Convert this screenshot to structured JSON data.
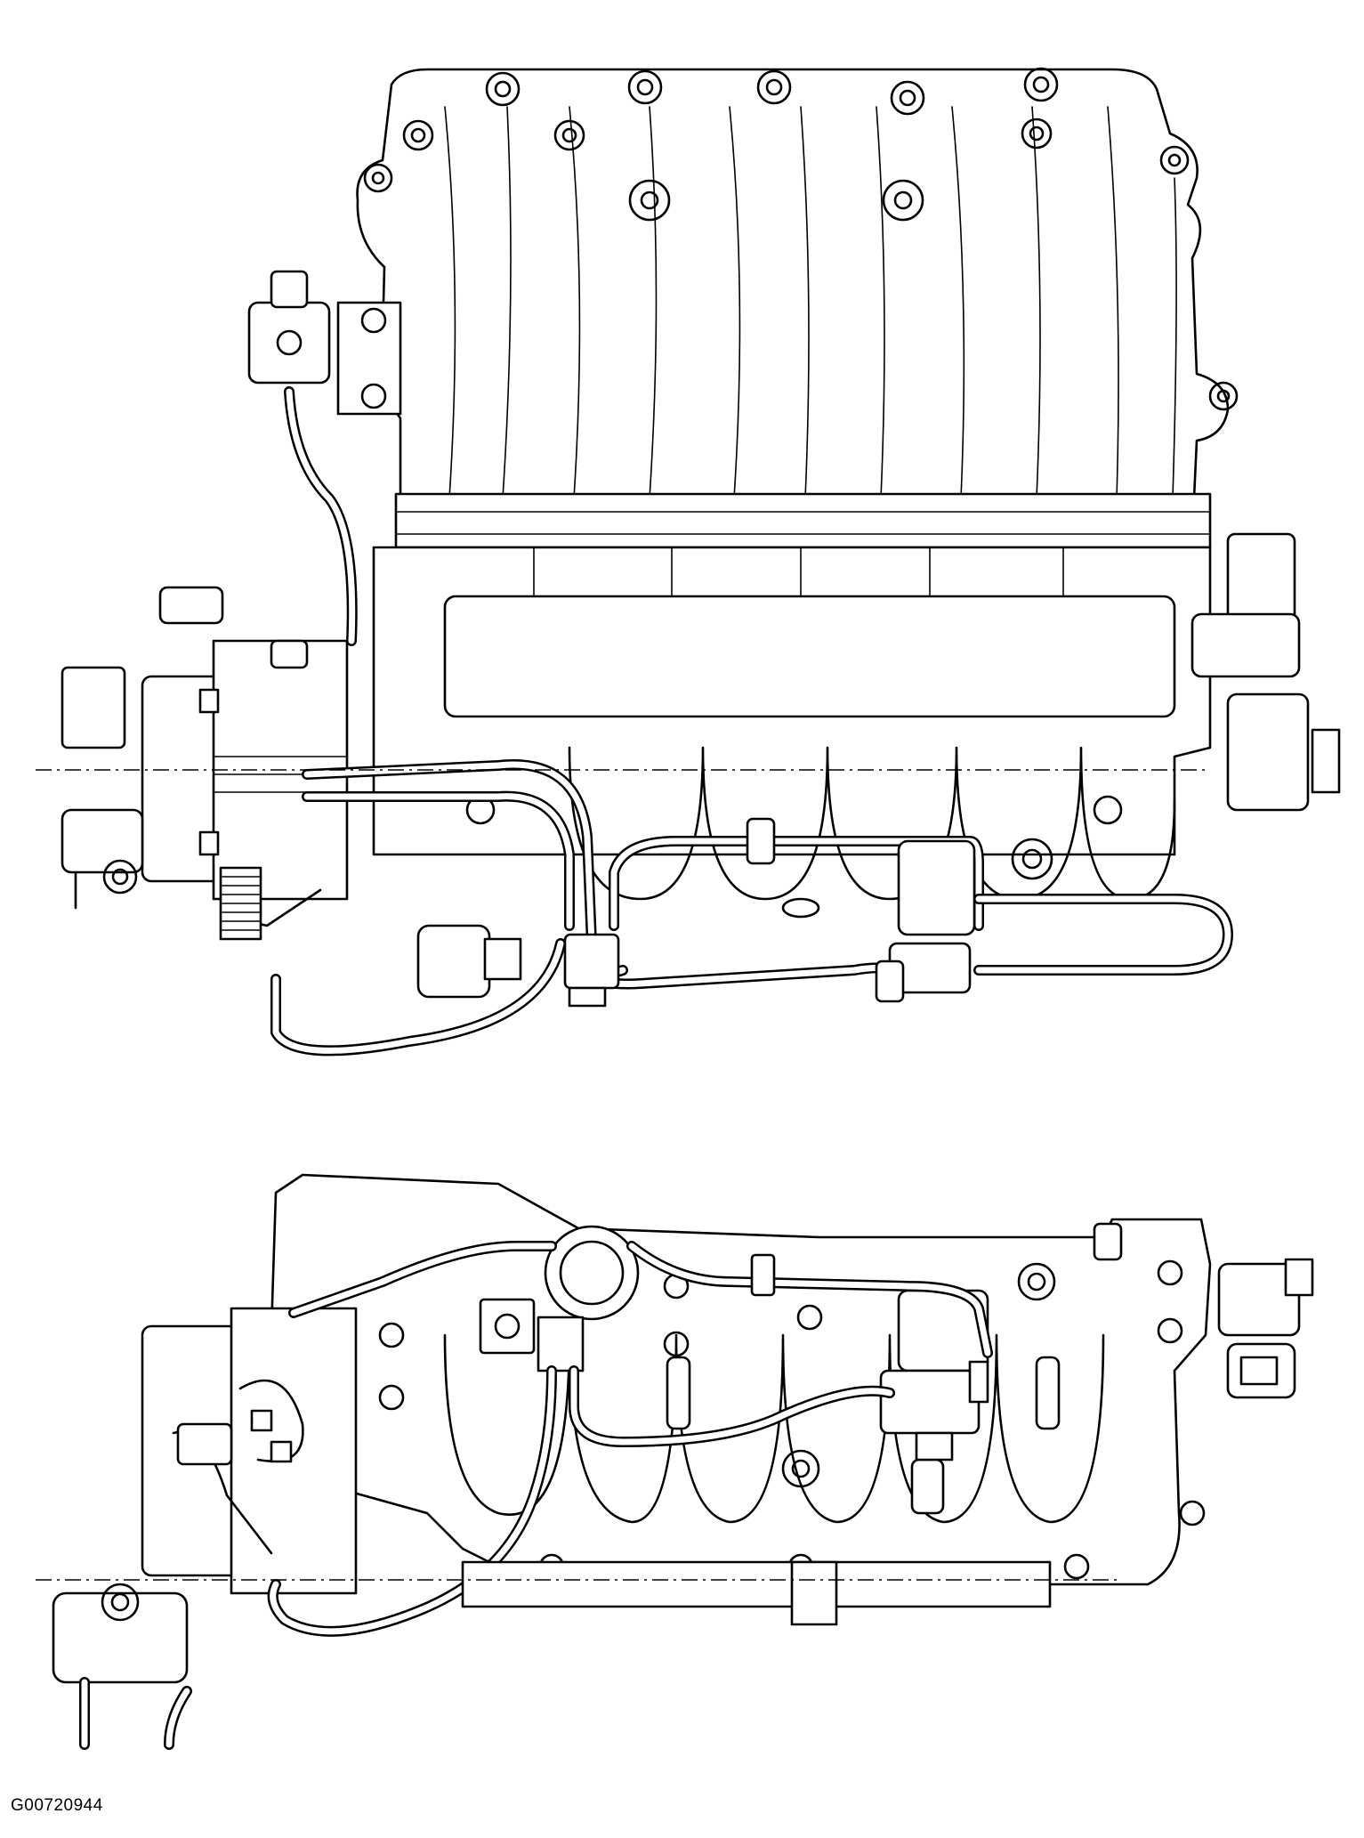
{
  "figure": {
    "code": "G00720944"
  },
  "colors": {
    "line": "#000000",
    "background": "#ffffff"
  },
  "views": [
    {
      "id": "side-view"
    },
    {
      "id": "top-view"
    }
  ]
}
